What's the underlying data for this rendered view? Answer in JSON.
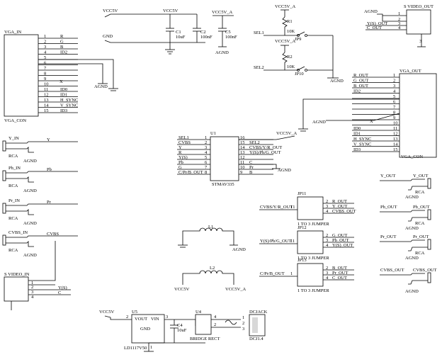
{
  "net_labels": {
    "vcc5v": "VCC5V",
    "vcc5v_a": "VCC5V_A",
    "gnd": "GND",
    "agnd": "AGND",
    "sel1": "SEL1",
    "sel2": "SEL2"
  },
  "power_caps": {
    "c1": {
      "ref": "C1",
      "value": "10uF"
    },
    "c2": {
      "ref": "C2",
      "value": "100nF"
    },
    "c5": {
      "ref": "C5",
      "value": "100nF"
    }
  },
  "jumpers_sel": {
    "r1": {
      "ref": "R1",
      "value": "10K"
    },
    "r2": {
      "ref": "R2",
      "value": "10K"
    },
    "jp9": "JP9",
    "jp10": "JP10"
  },
  "vga_in": {
    "title": "VGA_IN",
    "ref": "VGA_CON",
    "pins": [
      "1",
      "2",
      "3",
      "4",
      "5",
      "6",
      "7",
      "8",
      "9",
      "10",
      "11",
      "12",
      "13",
      "14",
      "15"
    ],
    "signals": [
      "R",
      "G",
      "B",
      "ID2",
      "",
      "",
      "",
      "",
      "",
      "",
      "ID0",
      "ID1",
      "H_SYNC",
      "V_SYNC",
      "ID3"
    ]
  },
  "vga_out": {
    "title": "VGA_OUT",
    "ref": "VGA_CON",
    "pins": [
      "1",
      "2",
      "3",
      "4",
      "5",
      "6",
      "7",
      "8",
      "9",
      "10",
      "11",
      "12",
      "13",
      "14",
      "15"
    ],
    "signals": [
      "R_OUT",
      "G_OUT",
      "B_OUT",
      "ID2",
      "",
      "",
      "",
      "",
      "",
      "",
      "ID0",
      "ID1",
      "H_SYNC",
      "V_SYNC",
      "ID3"
    ]
  },
  "svideo_out": {
    "title": "S VIDEO_OUT",
    "pins": [
      "1",
      "2",
      "3",
      "4"
    ],
    "signals": [
      "",
      "",
      "Y(S)_OUT",
      "C_OUT"
    ]
  },
  "svideo_in": {
    "title": "S VIDEO_IN",
    "pins": [
      "1",
      "2",
      "3",
      "4"
    ],
    "signals": [
      "",
      "",
      "Y(S)",
      "C"
    ]
  },
  "rca_in": [
    {
      "title": "Y_IN",
      "net": "Y",
      "ref": "RCA"
    },
    {
      "title": "Pb_IN",
      "net": "Pb",
      "ref": "RCA"
    },
    {
      "title": "Pr_IN",
      "net": "Pr",
      "ref": "RCA"
    },
    {
      "title": "CVBS_IN",
      "net": "CVBS",
      "ref": "RCA"
    }
  ],
  "rca_out": [
    {
      "title": "Y_OUT",
      "net": "Y_OUT",
      "ref": "RCA"
    },
    {
      "title": "Pb_OUT",
      "net": "Pb_OUT",
      "ref": "RCA"
    },
    {
      "title": "Pr_OUT",
      "net": "Pr_OUT",
      "ref": "RCA"
    },
    {
      "title": "CVBS_OUT",
      "net": "CVBS_OUT",
      "ref": ""
    }
  ],
  "u1": {
    "ref": "U1",
    "part": "STMAV335",
    "left_pins": [
      "1",
      "2",
      "3",
      "4",
      "5",
      "6",
      "7",
      "8"
    ],
    "left_nets": [
      "SEL1",
      "CVBS",
      "Y",
      "R",
      "Y(S)",
      "Pb",
      "G",
      "C/Pr/B_OUT"
    ],
    "right_pins": [
      "16",
      "15",
      "14",
      "13",
      "12",
      "11",
      "10",
      "9"
    ],
    "right_nets": [
      "",
      "SEL2",
      "CVBS/Y/R_OUT",
      "Y(S)/Pb/G_OUT",
      "",
      "C",
      "Pr",
      "B"
    ]
  },
  "jp11": {
    "ref": "JP11",
    "desc": "1 TO 3 JUMPER",
    "input": "CVBS/Y/R_OUT1",
    "outs": [
      "R_OUT",
      "Y_OUT",
      "CVBS_OUT"
    ],
    "pins": [
      "1",
      "2",
      "3",
      "4"
    ]
  },
  "jp12": {
    "ref": "JP12",
    "desc": "1 TO 3 JUMPER",
    "input": "Y(S)/Pb/G_OUT 1",
    "outs": [
      "G_OUT",
      "Pb_OUT",
      "Y(S)_OUT"
    ],
    "pins": [
      "1",
      "2",
      "3",
      "4"
    ]
  },
  "jp13": {
    "ref": "JP13",
    "desc": "1 TO 3 JUMPER",
    "input": "C/Pr/B_OUT",
    "outs": [
      "B_OUT",
      "Pr_OUT",
      "C_OUT"
    ],
    "pins": [
      "1",
      "2",
      "3",
      "4"
    ]
  },
  "l1": "L1",
  "l2": "L2",
  "u5": {
    "ref": "U5",
    "vout": "VOUT",
    "vin": "VIN",
    "gnd": "GND",
    "part": "LD1117V50",
    "pins": [
      "1",
      "2",
      "3"
    ]
  },
  "c4": {
    "ref": "C4",
    "value": "10uF"
  },
  "u4": {
    "ref": "U4",
    "part": "BRIDGE RECT",
    "pins": [
      "1",
      "2",
      "3",
      "4"
    ]
  },
  "jack": {
    "title": "DCJACK",
    "ref": "DCJ1.4",
    "pins": [
      "1",
      "2",
      "3"
    ]
  },
  "x_mark": "X"
}
